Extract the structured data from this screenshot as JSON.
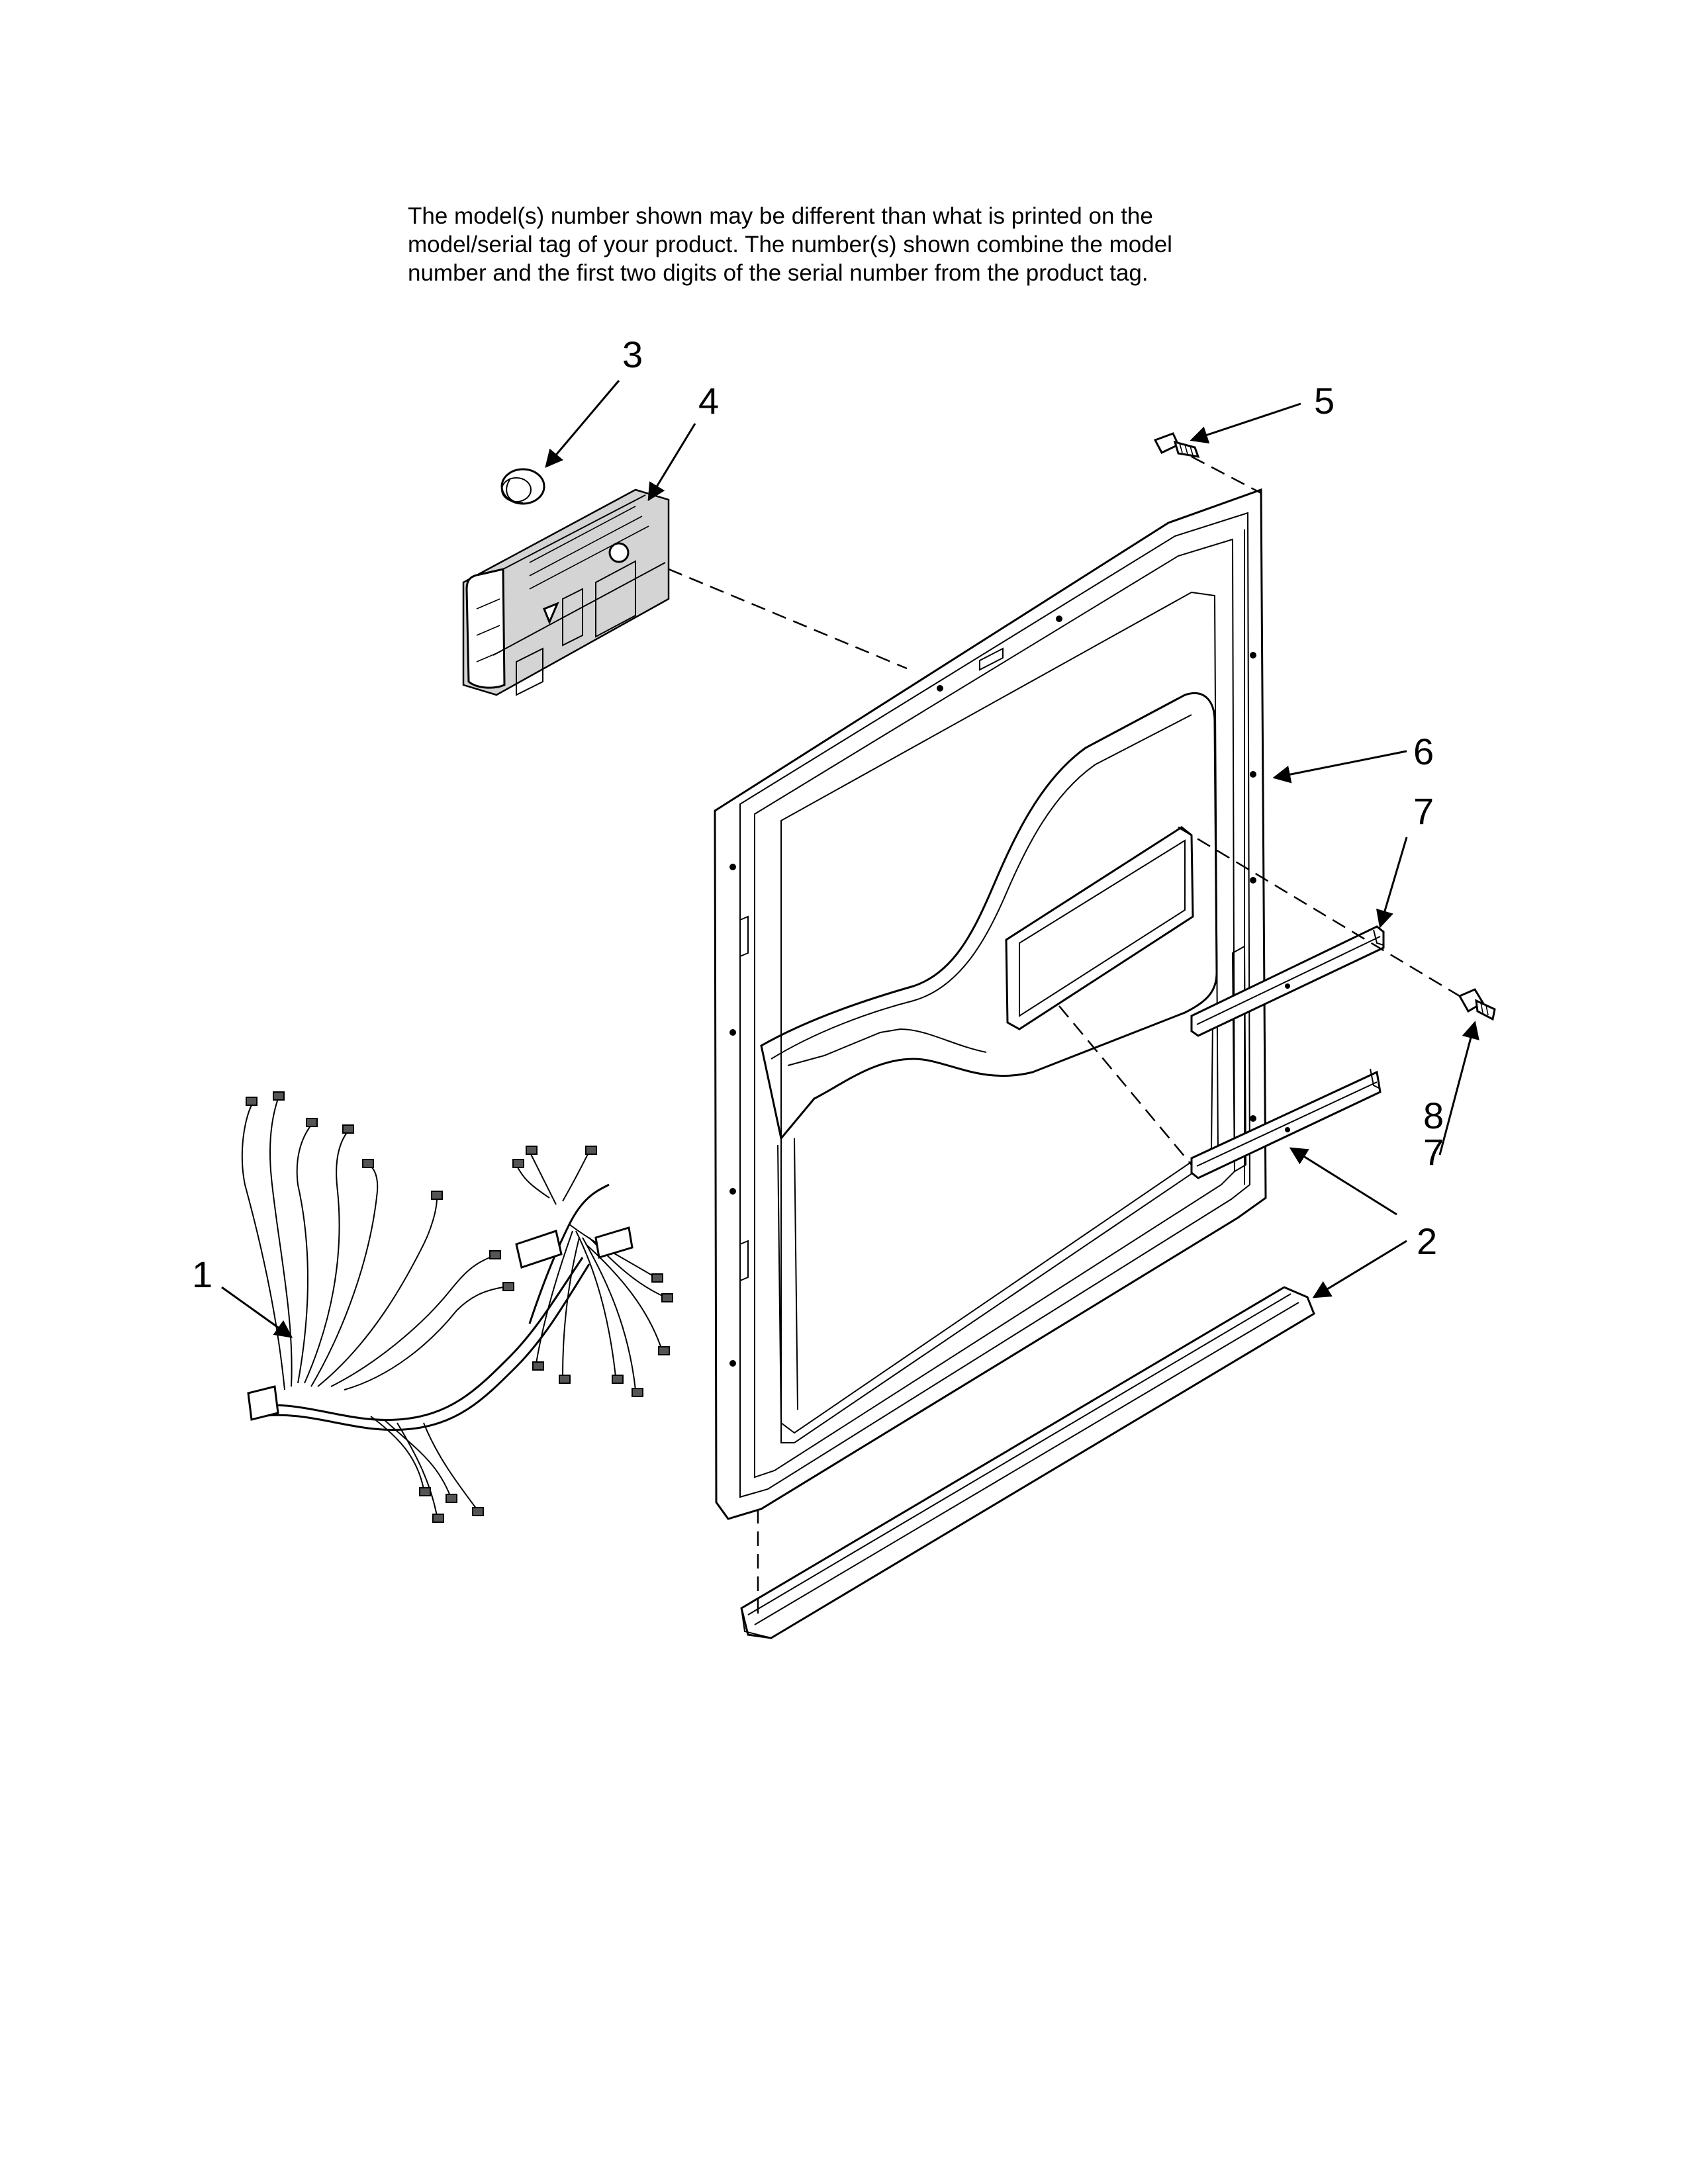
{
  "note": {
    "lines": [
      "The model(s) number shown may be different than what is printed on the",
      "model/serial tag of your product. The number(s) shown combine the model",
      "number and the first two digits of the serial number from the product tag."
    ]
  },
  "callouts": {
    "c1": "1",
    "c2": "2",
    "c3": "3",
    "c4": "4",
    "c5": "5",
    "c6": "6",
    "c7a": "7",
    "c8": "8",
    "c7b": "7"
  }
}
